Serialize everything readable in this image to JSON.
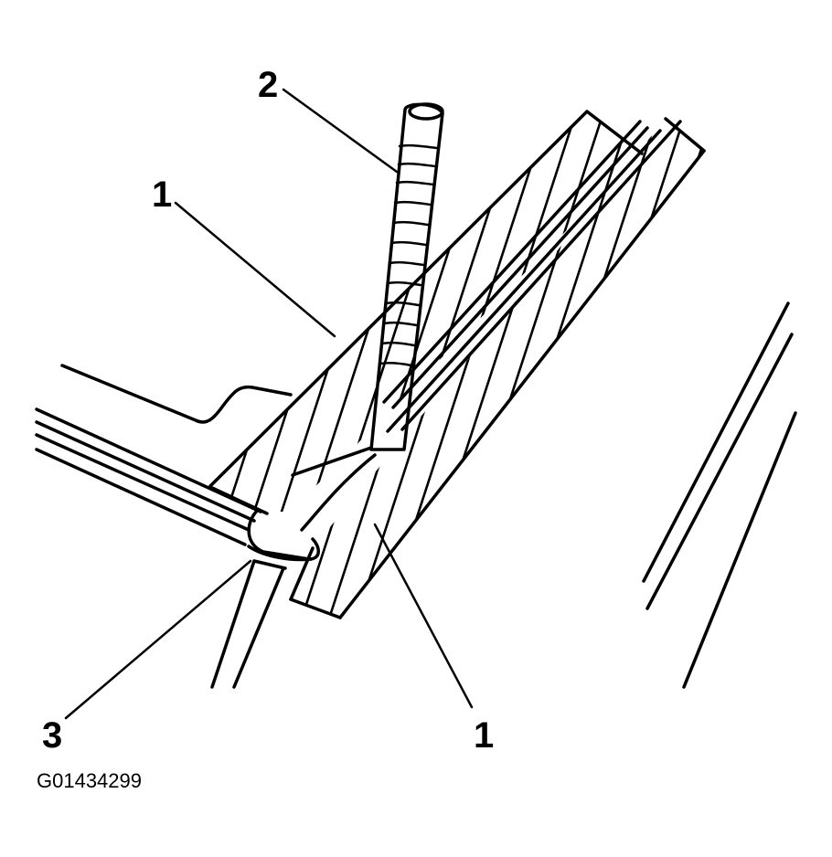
{
  "callouts": [
    {
      "id": "c1-upper",
      "label": "1"
    },
    {
      "id": "c2",
      "label": "2"
    },
    {
      "id": "c3",
      "label": "3"
    },
    {
      "id": "c1-lower",
      "label": "1"
    }
  ],
  "figure_id": "G01434299"
}
